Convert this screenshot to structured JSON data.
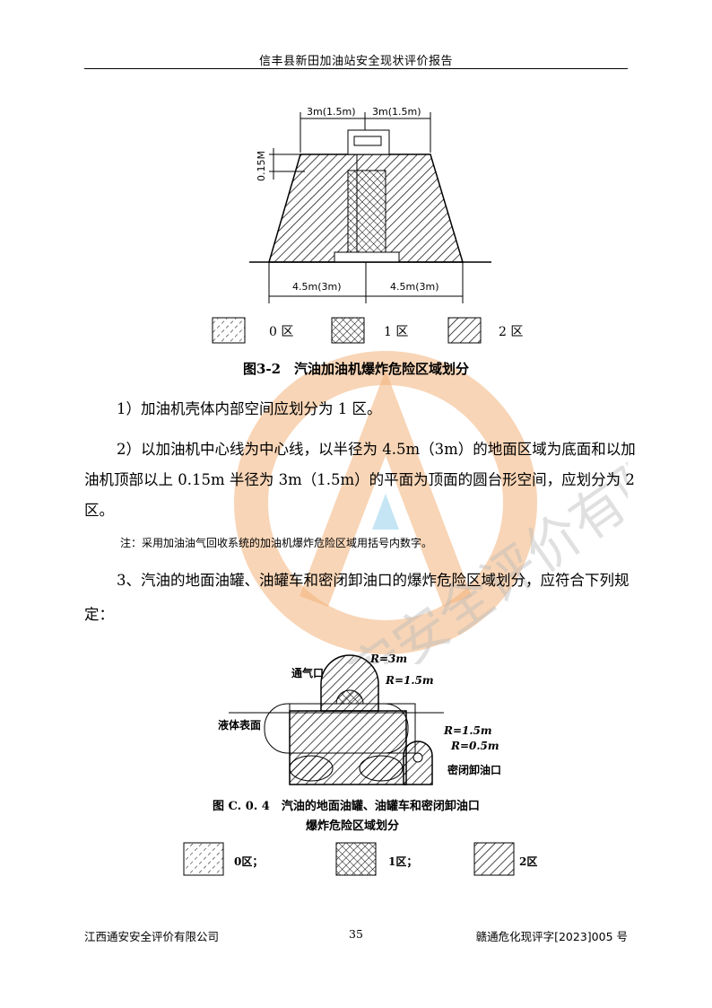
{
  "header": {
    "title": "信丰县新田加油站安全现状评价报告"
  },
  "figure1": {
    "dim_top_left": "3m(1.5m)",
    "dim_top_right": "3m(1.5m)",
    "dim_height": "0.15M",
    "dim_bottom_left": "4.5m(3m)",
    "dim_bottom_right": "4.5m(3m)",
    "legend": [
      "0 区",
      "1 区",
      "2 区"
    ],
    "caption": "图3-2　汽油加油机爆炸危险区域划分"
  },
  "body": {
    "p1": "1）加油机壳体内部空间应划分为 1 区。",
    "p2": "2）以加油机中心线为中心线，以半径为 4.5m（3m）的地面区域为底面和以加油机顶部以上 0.15m 半径为 3m（1.5m）的平面为顶面的圆台形空间，应划分为 2 区。",
    "note": "注：采用加油油气回收系统的加油机爆炸危险区域用括号内数字。",
    "p3": "3、汽油的地面油罐、油罐车和密闭卸油口的爆炸危险区域划分，应符合下列规定："
  },
  "figure2": {
    "label_vent": "通气口",
    "label_r3": "R=3m",
    "label_r15a": "R=1.5m",
    "label_liquid": "液体表面",
    "label_r15b": "R=1.5m",
    "label_r05": "R=0.5m",
    "label_unload": "密闭卸油口",
    "caption_line1": "图 C. 0. 4　汽油的地面油罐、油罐车和密闭卸油口",
    "caption_line2": "爆炸危险区域划分",
    "legend": [
      "0区；",
      "1区；",
      "2区"
    ]
  },
  "footer": {
    "company": "江西通安安全评价有限公司",
    "page": "35",
    "doc_no": "赣通危化现评字[2023]005 号"
  },
  "watermark": {
    "text": "通安安全评价有限公司"
  },
  "colors": {
    "watermark": "#f2b27a",
    "watermark_center": "#9fd3ee"
  }
}
